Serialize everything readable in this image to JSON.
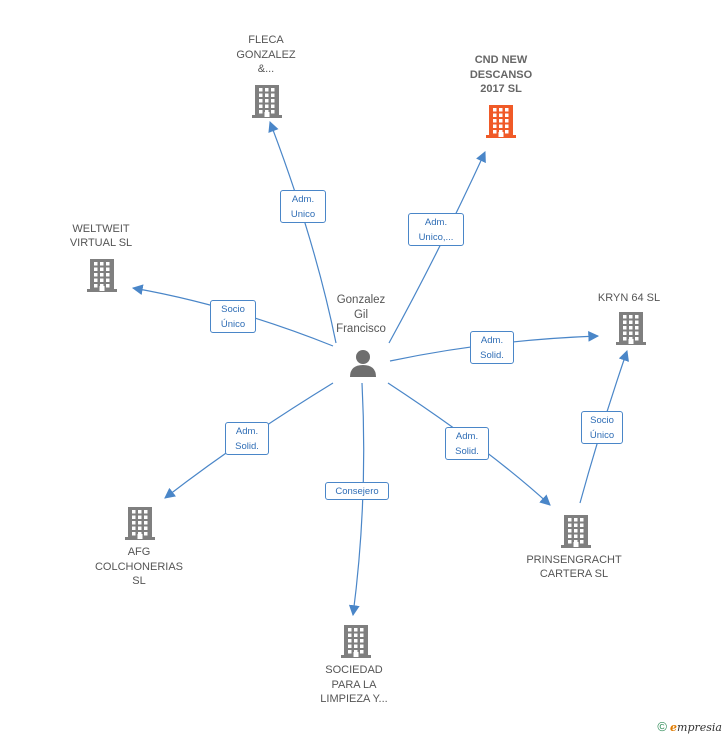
{
  "colors": {
    "edge": "#4a86c8",
    "building": "#7f7f7f",
    "building_highlight": "#f05a28",
    "person": "#6e6e6e"
  },
  "center": {
    "name": "Gonzalez\nGil\nFrancisco",
    "icon": "person-icon"
  },
  "nodes": [
    {
      "id": "fleca",
      "name": "FLECA\nGONZALEZ\n&...",
      "icon": "building-icon",
      "highlight": false
    },
    {
      "id": "cnd",
      "name": "CND NEW\nDESCANSO\n2017  SL",
      "icon": "building-icon",
      "highlight": true
    },
    {
      "id": "weltweit",
      "name": "WELTWEIT\nVIRTUAL  SL",
      "icon": "building-icon",
      "highlight": false
    },
    {
      "id": "kryn",
      "name": "KRYN 64 SL",
      "icon": "building-icon",
      "highlight": false
    },
    {
      "id": "afg",
      "name": "AFG\nCOLCHONERIAS\nSL",
      "icon": "building-icon",
      "highlight": false
    },
    {
      "id": "sociedad",
      "name": "SOCIEDAD\nPARA LA\nLIMPIEZA Y...",
      "icon": "building-icon",
      "highlight": false
    },
    {
      "id": "prinsen",
      "name": "PRINSENGRACHT\nCARTERA SL",
      "icon": "building-icon",
      "highlight": false
    }
  ],
  "edges": [
    {
      "from": "center",
      "to": "fleca",
      "label": "Adm.\nUnico"
    },
    {
      "from": "center",
      "to": "cnd",
      "label": "Adm.\nUnico,..."
    },
    {
      "from": "center",
      "to": "weltweit",
      "label": "Socio\nÚnico"
    },
    {
      "from": "center",
      "to": "kryn",
      "label": "Adm.\nSolid."
    },
    {
      "from": "center",
      "to": "afg",
      "label": "Adm.\nSolid."
    },
    {
      "from": "center",
      "to": "sociedad",
      "label": "Consejero"
    },
    {
      "from": "center",
      "to": "prinsen",
      "label": "Adm.\nSolid."
    },
    {
      "from": "prinsen",
      "to": "kryn",
      "label": "Socio\nÚnico"
    }
  ],
  "footer": {
    "symbol": "©",
    "brand_initial": "e",
    "brand_rest": "mpresia"
  }
}
